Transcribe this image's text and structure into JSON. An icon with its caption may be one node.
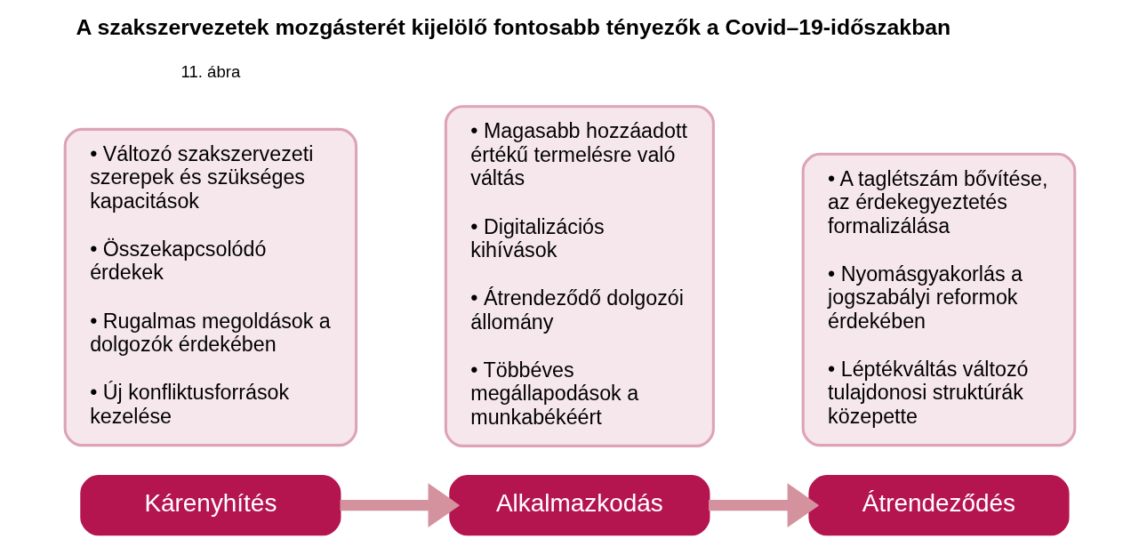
{
  "diagram": {
    "title": "A szakszervezetek mozgásterét kijelölő fontosabb tényezők a Covid–19-időszakban",
    "nodes": [
      {
        "text": [
          "Kárenyhítés"
        ]
      },
      {
        "text": [
          "• Változó szakszervezeti szerepek és szükséges kapacitások",
          "• Összekapcsolódó érdekek",
          "• Rugalmas megoldások a dolgozók érdekében",
          "• Új konfliktusforrások kezelése"
        ]
      },
      {
        "text": [
          "Alkalmazkodás"
        ]
      },
      {
        "text": [
          "• Magasabb hozzáadott értékű termelésre való váltás",
          "• Digitalizációs kihívások",
          "• Átrendeződő dolgozói állomány",
          "• Többéves megállapodások a munkabékéért"
        ]
      },
      {
        "text": [
          "Átrendeződés"
        ]
      },
      {
        "text": [
          "• A taglétszám bővítése, az érdekegyeztetés formalizálása",
          "• Nyomásgyakorlás a jogszabályi reformok érdekében",
          "• Léptékváltás változó tulajdonosi struktúrák közepette"
        ]
      }
    ],
    "edges": [
      {
        "from": 0,
        "to": 2,
        "arrow": "to"
      },
      {
        "from": 2,
        "to": 4,
        "arrow": "to"
      }
    ],
    "labels": [
      "11. ábra"
    ]
  }
}
